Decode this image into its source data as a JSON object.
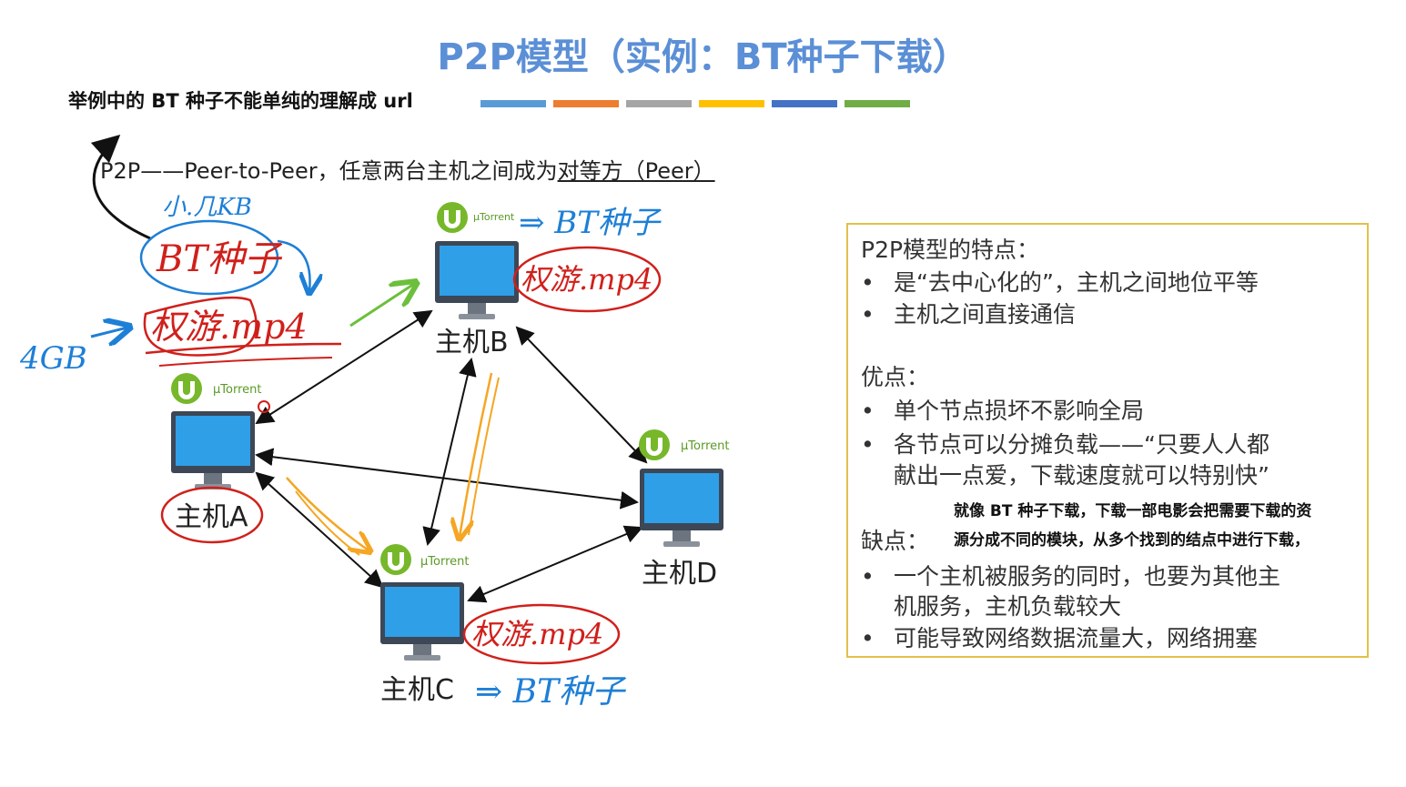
{
  "title": "P2P模型（实例：BT种子下载）",
  "note_top": "举例中的 BT 种子不能单纯的理解成 url",
  "color_bar": [
    "#5b9bd5",
    "#ed7d31",
    "#a5a5a5",
    "#ffc000",
    "#4472c4",
    "#70ad47"
  ],
  "definition": {
    "prefix": "P2P——Peer-to-Peer，任意两台主机之间成为",
    "underlined": "对等方（Peer）"
  },
  "hosts": {
    "a": "主机A",
    "b": "主机B",
    "c": "主机C",
    "d": "主机D"
  },
  "app_name": "µTorrent",
  "annotations": {
    "size_small": "小.几KB",
    "seed": "BT种子",
    "file": "权游.mp4",
    "size_big": "4GB",
    "arrow_seed_b": "⇒ BT种子",
    "arrow_seed_c": "⇒ BT种子"
  },
  "info_box": {
    "heading": "P2P模型的特点：",
    "features": [
      "是“去中心化的”，主机之间地位平等",
      "主机之间直接通信"
    ],
    "pros_heading": "优点：",
    "pros": [
      "单个节点损坏不影响全局",
      "各节点可以分摊负载——“只要人人都",
      "献出一点爱，下载速度就可以特别快”"
    ],
    "note_lines": [
      "就像 BT 种子下载，下载一部电影会把需要下载的资",
      "源分成不同的模块，从多个找到的结点中进行下载，"
    ],
    "cons_heading": "缺点：",
    "cons": [
      "一个主机被服务的同时，也要为其他主",
      "机服务，主机负载较大",
      "可能导致网络数据流量大，网络拥塞"
    ]
  }
}
